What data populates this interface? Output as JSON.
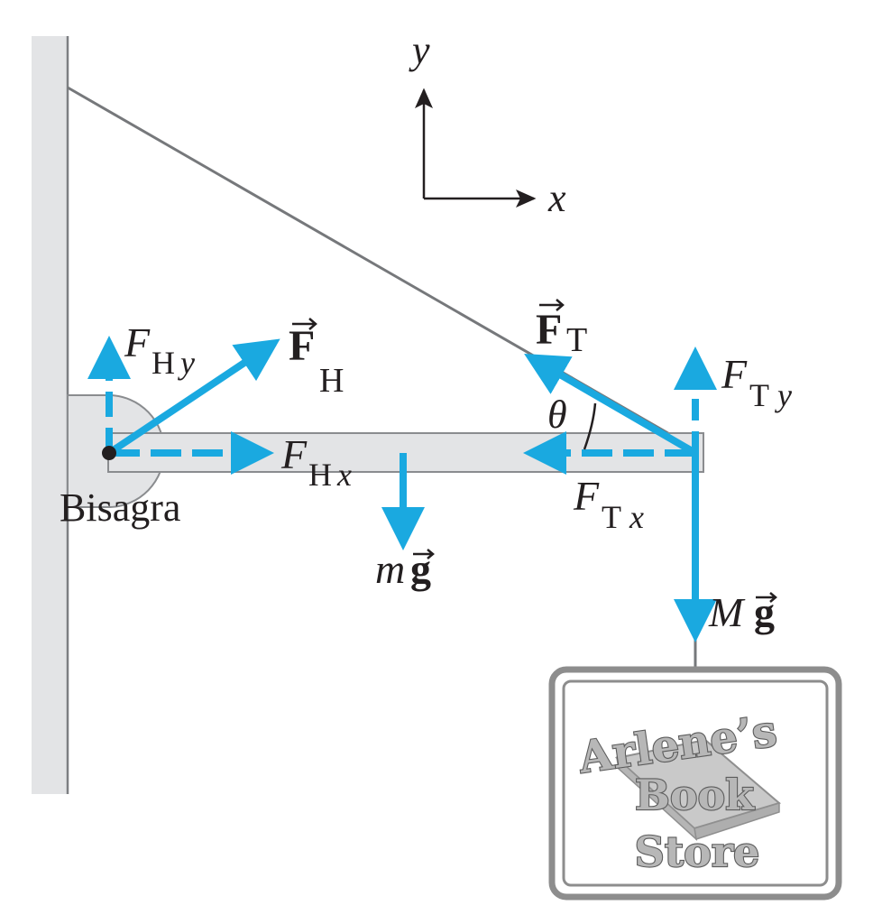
{
  "axes": {
    "y_label": "y",
    "x_label": "x"
  },
  "forces": {
    "FH": {
      "symbol": "F",
      "subscript": "H"
    },
    "FHy": {
      "symbol": "F",
      "subscript": "H",
      "component": "y"
    },
    "FHx": {
      "symbol": "F",
      "subscript": "H",
      "component": "x"
    },
    "FT": {
      "symbol": "F",
      "subscript": "T"
    },
    "FTy": {
      "symbol": "F",
      "subscript": "T",
      "component": "y"
    },
    "FTx": {
      "symbol": "F",
      "subscript": "T",
      "component": "x"
    },
    "mg": {
      "mass": "m",
      "g": "g"
    },
    "Mg": {
      "mass": "M",
      "g": "g"
    }
  },
  "angle_label": "θ",
  "hinge_label": "Bisagra",
  "sign": {
    "line1": "Arlene’s",
    "line2": "Book",
    "line3": "Store"
  },
  "colors": {
    "force_arrow": "#1aa9e0",
    "wall": "#e3e4e6",
    "wall_edge": "#7d7f82",
    "cable": "#76787b",
    "beam": "#e3e4e6",
    "beam_edge": "#8a8c8f",
    "text": "#231f20",
    "sign_frame": "#8d8d8d"
  }
}
